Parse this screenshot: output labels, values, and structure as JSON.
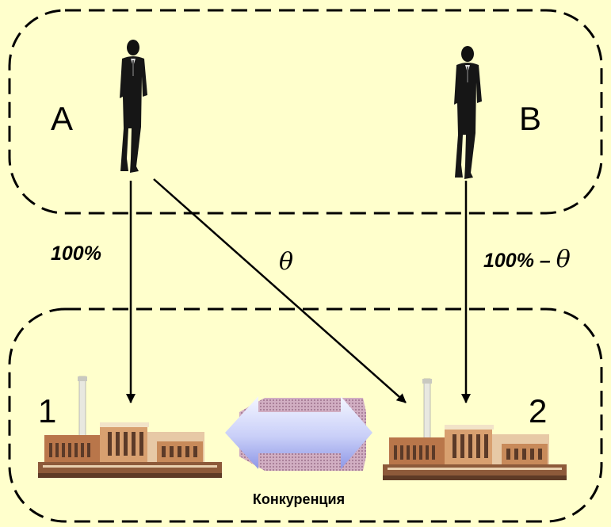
{
  "investors": {
    "a_label": "A",
    "b_label": "B"
  },
  "firms": {
    "one_label": "1",
    "two_label": "2"
  },
  "flows": {
    "a_to_1": "100%",
    "a_to_2": "θ",
    "b_to_2_prefix": "100% – ",
    "b_to_2_theta": "θ"
  },
  "competition_label": "Конкуренция",
  "colors": {
    "background": "#ffffcc",
    "arrow_fill_light": "#eef2ff",
    "arrow_fill_dark": "#8e97e6"
  },
  "icons": [
    "businessman-icon",
    "factory-icon",
    "double-arrow-icon"
  ]
}
